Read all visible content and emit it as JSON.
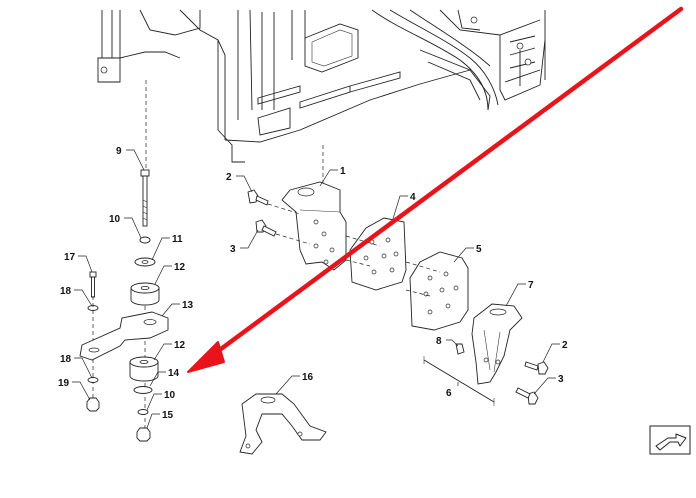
{
  "diagram": {
    "callouts": {
      "c1": "1",
      "c2a": "2",
      "c2b": "2",
      "c3a": "3",
      "c3b": "3",
      "c4": "4",
      "c5": "5",
      "c6": "6",
      "c7": "7",
      "c8": "8",
      "c9": "9",
      "c10a": "10",
      "c10b": "10",
      "c11": "11",
      "c12a": "12",
      "c12b": "12",
      "c13": "13",
      "c14": "14",
      "c15": "15",
      "c16": "16",
      "c17": "17",
      "c18a": "18",
      "c18b": "18",
      "c19": "19"
    },
    "arrow_color": "#e8141b",
    "icons": {
      "nav": "next-page-arrow-icon"
    }
  }
}
